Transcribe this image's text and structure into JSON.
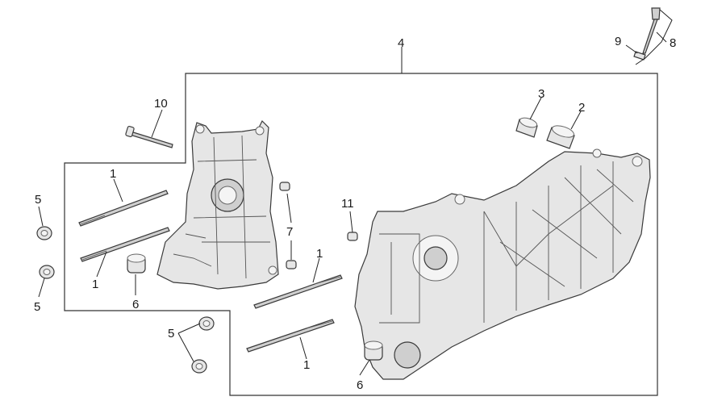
{
  "diagram": {
    "callouts": {
      "c1_top": "1",
      "c1_bottom_left": "1",
      "c1_center": "1",
      "c1_lower": "1",
      "c2": "2",
      "c3": "3",
      "c4": "4",
      "c5_top": "5",
      "c5_mid": "5",
      "c5_lower": "5",
      "c6_left": "6",
      "c6_right": "6",
      "c7": "7",
      "c8": "8",
      "c9": "9",
      "c10": "10",
      "c11": "11"
    }
  }
}
